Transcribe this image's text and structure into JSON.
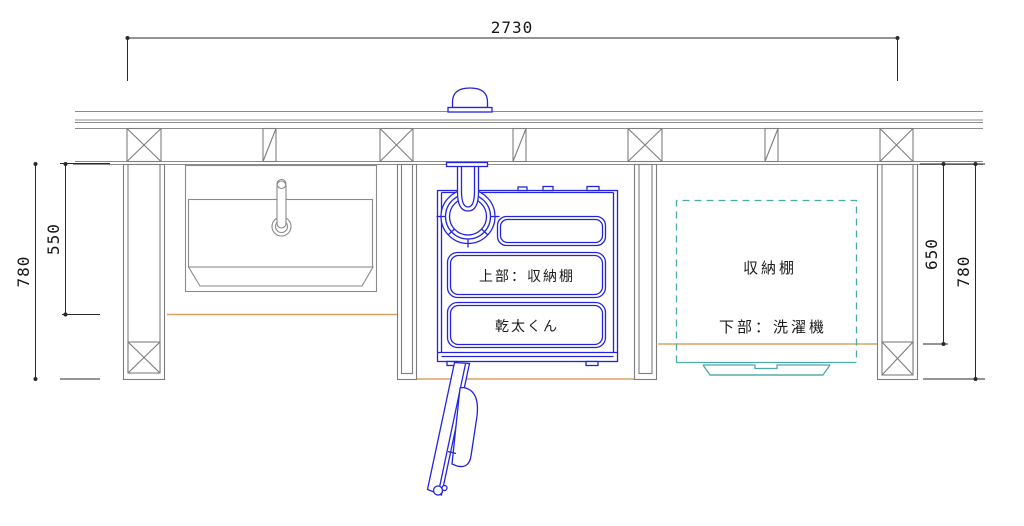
{
  "dimensions": {
    "width_top": "2730",
    "left_outer": "780",
    "left_inner": "550",
    "right_inner": "650",
    "right_outer": "780"
  },
  "labels": {
    "dryer_upper": "上部：収納棚",
    "dryer_name": "乾太くん",
    "storage_shelf": "収納棚",
    "washer_lower": "下部：洗濯機"
  },
  "colors": {
    "line": "#8b8b8b",
    "dim": "#2a2a2a",
    "blue": "#2424e0",
    "teal": "#4aaba9",
    "orange": "#d7a263"
  }
}
